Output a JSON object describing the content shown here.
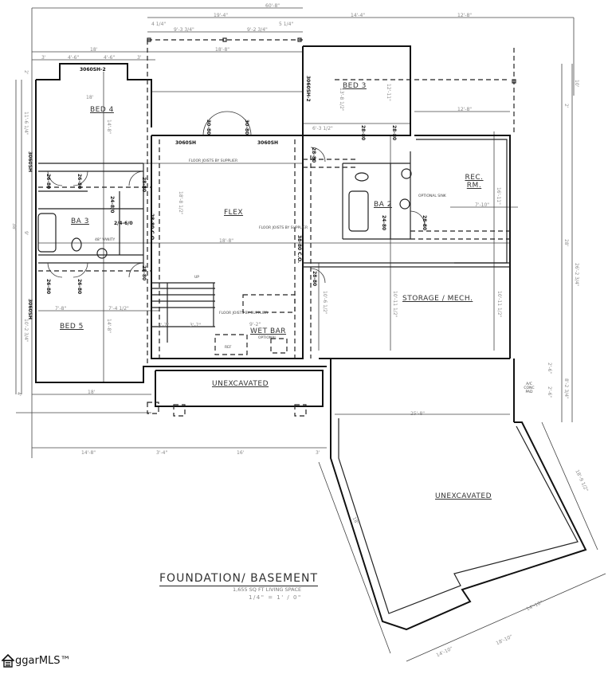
{
  "title_block": {
    "title": "FOUNDATION/ BASEMENT",
    "subtitle": "1,655 SQ FT LIVING SPACE",
    "scale": "1/4\" = 1' / 0\""
  },
  "watermark": {
    "brand": "ggarMLS™",
    "icon": "house-icon"
  },
  "rooms": {
    "bed4": "BED 4",
    "bed3": "BED 3",
    "bed5": "BED 5",
    "ba3": "BA 3",
    "ba2": "BA 2",
    "flex": "FLEX",
    "rec": "REC. RM.",
    "storage": "STORAGE / MECH.",
    "wetbar": "WET BAR",
    "wetbar_note": "OPTIONAL",
    "unexcavated_1": "UNEXCAVATED",
    "unexcavated_2": "UNEXCAVATED"
  },
  "doors_windows": {
    "w_bed4_top": "3060SH-2",
    "w_bed4_left": "3060SH",
    "w_bed5_left": "3060SH",
    "w_bed3_left": "3060SH-2",
    "w_flex_1": "3060SH",
    "w_flex_2": "3060SH",
    "d_flex_1": "30-80",
    "d_flex_2": "30-80",
    "d_bed4_c1": "26-80",
    "d_bed4_c2": "26-80",
    "d_bed4": "28-80",
    "d_ba3_1": "24-8/0",
    "d_ba3_2": "2/4-6/0",
    "d_ba3_3": "28-80",
    "d_bed5_c1": "26-80",
    "d_bed5_c2": "26-80",
    "d_flex_co1": "28-80 C.O.",
    "d_flex_co2": "38-80 C.O.",
    "d_bed3_1": "28-80",
    "d_bed3_2": "28-80",
    "d_bed3_3": "28-80",
    "d_ba2": "24-80",
    "d_rec": "28-80",
    "d_storage": "28-80"
  },
  "notes": {
    "joists": "FLOOR JOISTS BY SUPPLIER",
    "optional_sink": "OPTIONAL SINK",
    "ref": "REF",
    "up": "UP",
    "ac_pad": "A/C CONC PAD",
    "vanity": "48\" VANITY"
  },
  "dimensions": {
    "top_overall": "60'-8\"",
    "top_a": "19'-4\"",
    "top_b": "14'-4\"",
    "top_c": "12'-8\"",
    "top_d1": "4 1/4\"",
    "top_d2": "9'-3 3/4\"",
    "top_d3": "9'-2 3/4\"",
    "top_d4": "5 1/4\"",
    "flex_w": "18'-8\"",
    "left_w": "18'",
    "left_s1": "3'",
    "left_s2": "4'-6\"",
    "left_s3": "4'-6\"",
    "left_s4": "3'",
    "bed4_w": "18'",
    "bed4_d": "14'-8\"",
    "left_overall": "38'",
    "left_a": "11'-6 1/4\"",
    "left_b": "9'",
    "left_c": "10'-2 3/4\"",
    "left_top": "2'",
    "left_bot": "4'",
    "flex_d": "18'-8 1/2\"",
    "flex_w2": "18'-8\"",
    "bed5_a": "7'-8\"",
    "bed5_b": "7'-4 1/2\"",
    "bed5_d": "14'-8\"",
    "stair_1": "3'-7\"",
    "stair_2": "3'-7\"",
    "wetbar_w": "9'-2\"",
    "bed3_w": "6'-3 1/2\"",
    "bed3_d": "13'-8 1/2\"",
    "bed3_d2": "12'-11\"",
    "rec_w": "7'-10\"",
    "rec_d": "16'-11\"",
    "storage_d1": "10'-6 1/2\"",
    "storage_d2": "10'-11 1/2\"",
    "storage_d3": "10'-11 1/2\"",
    "right_upper": "12'-8\"",
    "right_overall": "28'",
    "right_a": "26'-2 3/4\"",
    "right_b": "8'-2 3/4\"",
    "right_top": "10'",
    "right_c": "2'",
    "bottom_a": "14'-8\"",
    "bottom_b": "3'-4\"",
    "bottom_c": "16'",
    "bottom_d": "3'",
    "unexc_w": "25'-8\"",
    "unexc_left": "18'",
    "diag_1": "18'-9 1/2\"",
    "diag_2": "14'-10\"",
    "diag_3": "18'-10\"",
    "diag_4": "14'-10\"",
    "bed_left_18": "18'",
    "ac_1": "2'-6\"",
    "ac_2": "2'-6\""
  }
}
